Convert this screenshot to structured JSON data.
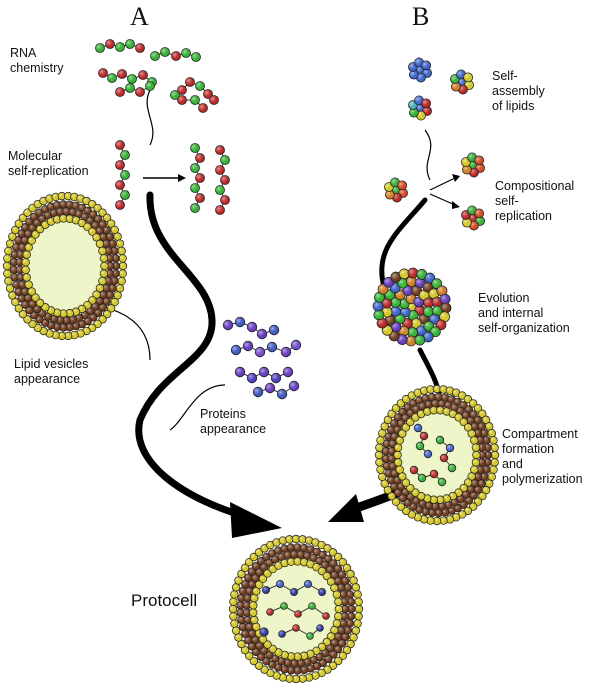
{
  "panels": {
    "a": {
      "heading": "A",
      "labels": {
        "rna": "RNA\nchemistry",
        "replication": "Molecular\nself-replication",
        "vesicles": "Lipid vesicles\nappearance",
        "proteins": "Proteins\nappearance"
      }
    },
    "b": {
      "heading": "B",
      "labels": {
        "self_assembly": "Self-\nassembly\nof lipids",
        "compositional": "Compositional\nself-\nreplication",
        "evolution": "Evolution\nand internal\nself-organization",
        "compartment": "Compartment\nformation\nand\npolymerization"
      }
    }
  },
  "result": {
    "label": "Protocell"
  },
  "colors": {
    "lipid_head": "#f2e21a",
    "lipid_tail": "#7a3a14",
    "interior": "#eef5c8",
    "rna_red": "#d42020",
    "rna_green": "#2ec82e",
    "protein": "#6a3ad8",
    "arrow": "#000000"
  }
}
